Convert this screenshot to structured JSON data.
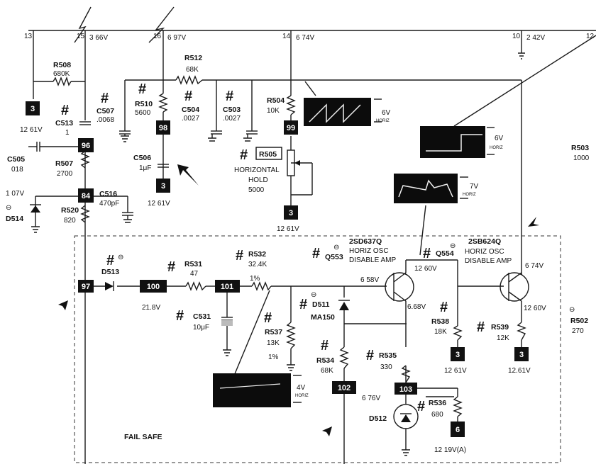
{
  "nodes": {
    "n13": "13",
    "n15": "15",
    "n15v": "3 66V",
    "n16": "16",
    "n16v": "6 97V",
    "n14": "14",
    "n14v": "6 74V",
    "n10": "10",
    "n10v": "2 42V",
    "n12": "12"
  },
  "components": {
    "r508": {
      "name": "R508",
      "value": "680K"
    },
    "r512": {
      "name": "R512",
      "value": "68K"
    },
    "c507": {
      "name": "C507",
      "value": ".0068"
    },
    "r510": {
      "name": "R510",
      "value": "5600"
    },
    "c504": {
      "name": "C504",
      "value": ".0027"
    },
    "c503": {
      "name": "C503",
      "value": ".0027"
    },
    "r504": {
      "name": "R504",
      "value": "10K"
    },
    "c513": {
      "name": "C513",
      "value": "1"
    },
    "c505": {
      "name": "C505",
      "value": "018"
    },
    "r507": {
      "name": "R507",
      "value": "2700"
    },
    "c506": {
      "name": "C506",
      "value": "1μF"
    },
    "r505": {
      "name": "R505",
      "line1": "HORIZONTAL",
      "line2": "HOLD",
      "value": "5000"
    },
    "c516": {
      "name": "C516",
      "value": "470pF"
    },
    "r520": {
      "name": "R520",
      "value": "820"
    },
    "d514": {
      "name": "D514",
      "volt": "1 07V"
    },
    "d513": {
      "name": "D513"
    },
    "r531": {
      "name": "R531",
      "value": "47"
    },
    "r532": {
      "name": "R532",
      "value": "32.4K",
      "tol": "1%"
    },
    "c531": {
      "name": "C531",
      "value": "10μF"
    },
    "r537": {
      "name": "R537",
      "value": "13K",
      "tol": "1%"
    },
    "d511": {
      "name": "D511",
      "value": "MA150"
    },
    "r534": {
      "name": "R534",
      "value": "68K"
    },
    "r535": {
      "name": "R535",
      "value": "330"
    },
    "r536": {
      "name": "R536",
      "value": "680"
    },
    "d512": {
      "name": "D512"
    },
    "q553": {
      "name": "Q553",
      "type": "2SD637Q",
      "l1": "HORIZ OSC",
      "l2": "DISABLE AMP"
    },
    "q554": {
      "name": "Q554",
      "type": "2SB624Q",
      "l1": "HORIZ OSC",
      "l2": "DISABLE AMP"
    },
    "r538": {
      "name": "R538",
      "value": "18K"
    },
    "r539": {
      "name": "R539",
      "value": "12K"
    },
    "r503": {
      "name": "R503",
      "value": "1000"
    },
    "r502": {
      "name": "R502",
      "value": "270"
    }
  },
  "boxes": {
    "b3a": "3",
    "b98": "98",
    "b99": "99",
    "b96": "96",
    "b84": "84",
    "b3b": "3",
    "b3c": "3",
    "b97": "97",
    "b100": "100",
    "b101": "101",
    "b102": "102",
    "b103": "103",
    "b3d": "3",
    "b3e": "3",
    "b6": "6"
  },
  "voltages": {
    "v1261a": "12 61V",
    "v1261b": "12 61V",
    "v1261c": "12 61V",
    "v218": "21.8V",
    "v658": "6 58V",
    "v1260a": "12 60V",
    "v668": "6.68V",
    "v674": "6 74V",
    "v1260b": "12 60V",
    "v1261d": "12 61V",
    "v1261e": "12.61V",
    "v676": "6 76V",
    "v1219": "12 19V(A)"
  },
  "waveforms": {
    "w1": {
      "amp": "6V",
      "unit": "HORIZ"
    },
    "w2": {
      "amp": "6V",
      "unit": "HORIZ"
    },
    "w3": {
      "amp": "7V",
      "unit": "HORIZ"
    },
    "w4": {
      "amp": "4V",
      "unit": "HORIZ"
    }
  },
  "labels": {
    "fail_safe": "FAIL SAFE",
    "hash": "#",
    "theta": "⊖"
  }
}
